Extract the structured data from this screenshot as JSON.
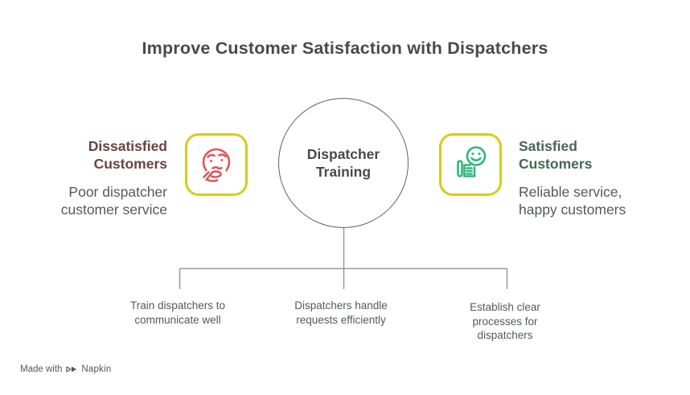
{
  "title": "Improve Customer Satisfaction with Dispatchers",
  "center_node": {
    "label": "Dispatcher\nTraining"
  },
  "left_item": {
    "heading": "Dissatisfied\nCustomers",
    "description": "Poor dispatcher\ncustomer service",
    "icon": "worried-face-icon",
    "heading_color": "#6b4243",
    "icon_color": "#e05757",
    "box_border_color": "#d9ca1b"
  },
  "right_item": {
    "heading": "Satisfied\nCustomers",
    "description": "Reliable service,\nhappy customers",
    "icon": "thumbs-up-smiley-icon",
    "heading_color": "#486757",
    "icon_color": "#2db87c",
    "box_border_color": "#d9ca1b"
  },
  "actions": [
    {
      "label": "Train dispatchers to\ncommunicate well"
    },
    {
      "label": "Dispatchers handle\nrequests efficiently"
    },
    {
      "label": "Establish clear\nprocesses for\ndispatchers"
    }
  ],
  "footer": {
    "prefix": "Made with",
    "brand": "Napkin"
  },
  "colors": {
    "background": "#ffffff",
    "title_text": "#47494c",
    "body_text": "#55585b",
    "connector_line": "#97999b",
    "circle_stroke": "#5e6164"
  }
}
